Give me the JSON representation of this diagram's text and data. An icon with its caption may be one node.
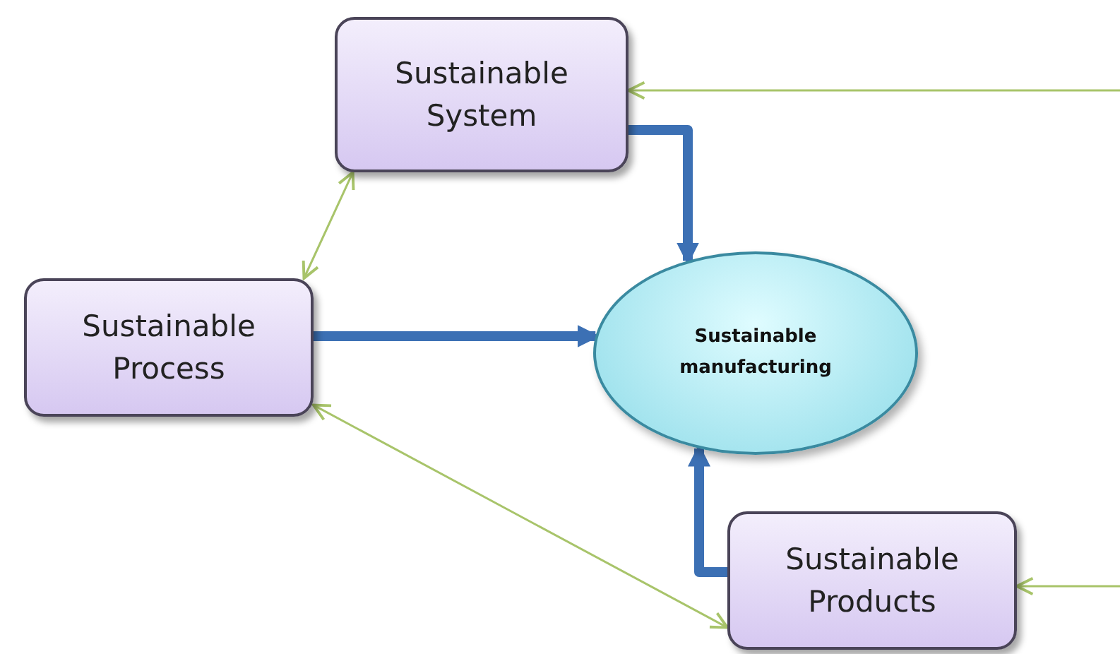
{
  "diagram": {
    "nodes": [
      {
        "text": [
          "Sustainable System"
        ]
      },
      {
        "text": [
          "Sustainable Process"
        ]
      },
      {
        "text": [
          "Sustainable manufacturing"
        ]
      },
      {
        "text": [
          "Sustainable Products"
        ]
      }
    ],
    "edges": [
      {
        "from": 0,
        "to": 2,
        "arrow": "to",
        "style": "thick",
        "color": "#3c70b4"
      },
      {
        "from": 1,
        "to": 2,
        "arrow": "to",
        "style": "thick",
        "color": "#3c70b4"
      },
      {
        "from": 3,
        "to": 2,
        "arrow": "to",
        "style": "thick",
        "color": "#3c70b4"
      },
      {
        "from": 0,
        "to": 1,
        "arrow": "both"
      },
      {
        "from": 1,
        "to": 3,
        "arrow": "both"
      },
      {
        "from": null,
        "to": 0,
        "arrow": "to"
      },
      {
        "from": null,
        "to": 3,
        "arrow": "to"
      }
    ]
  }
}
